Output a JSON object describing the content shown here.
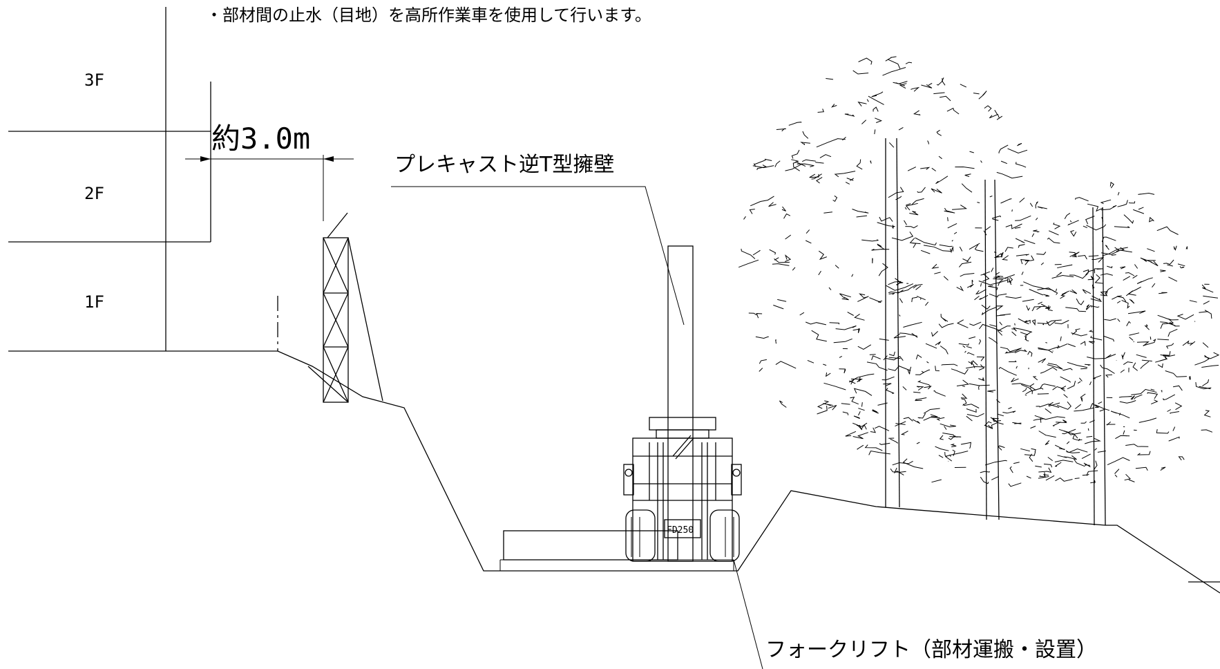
{
  "note": "・部材間の止水（目地）を高所作業車を使用して行います。",
  "floors": [
    "3F",
    "2F",
    "1F"
  ],
  "dimension_label": "約3.0m",
  "wall_label": "プレキャスト逆T型擁壁",
  "forklift_label": "フォークリフト（部材運搬・設置）",
  "forklift_model": "FD250"
}
